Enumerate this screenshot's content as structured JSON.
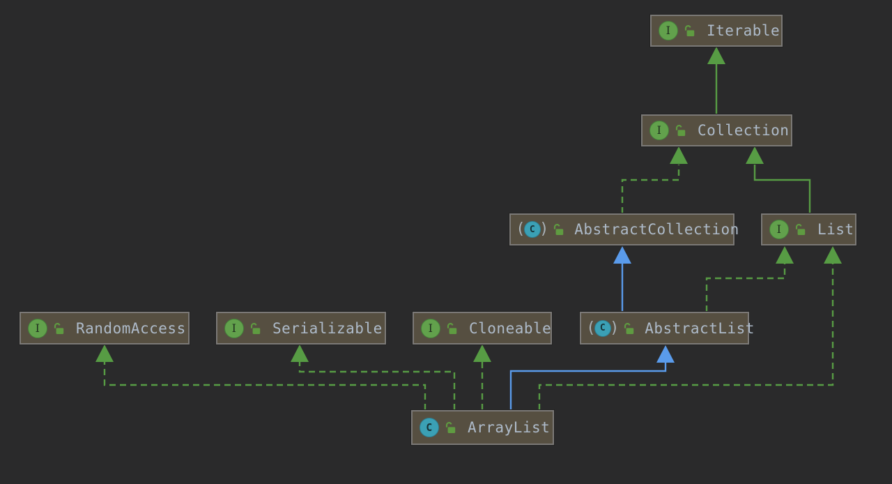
{
  "canvas": {
    "background": "#2a2a2b"
  },
  "colors": {
    "node_fill": "#564f41",
    "node_border": "#7b7977",
    "label_text": "#aebbca",
    "green_edge": "#579c44",
    "blue_edge": "#5a9beb",
    "interface_icon_green": "#62a14c",
    "class_icon_teal": "#3ba0b5",
    "lock_green": "#5f9b41"
  },
  "icons": {
    "interface_letter": "I",
    "class_letter": "C",
    "paren_open": "(",
    "paren_close": ")"
  },
  "nodes": [
    {
      "id": "iterable",
      "label": "Iterable",
      "kind": "interface",
      "visibility": "public"
    },
    {
      "id": "collection",
      "label": "Collection",
      "kind": "interface",
      "visibility": "public"
    },
    {
      "id": "abstract-collection",
      "label": "AbstractCollection",
      "kind": "abstract-class",
      "visibility": "public"
    },
    {
      "id": "list",
      "label": "List",
      "kind": "interface",
      "visibility": "public"
    },
    {
      "id": "random-access",
      "label": "RandomAccess",
      "kind": "interface",
      "visibility": "public"
    },
    {
      "id": "serializable",
      "label": "Serializable",
      "kind": "interface",
      "visibility": "public"
    },
    {
      "id": "cloneable",
      "label": "Cloneable",
      "kind": "interface",
      "visibility": "public"
    },
    {
      "id": "abstract-list",
      "label": "AbstractList",
      "kind": "abstract-class",
      "visibility": "public"
    },
    {
      "id": "array-list",
      "label": "ArrayList",
      "kind": "class",
      "visibility": "public"
    }
  ],
  "edges": [
    {
      "from": "Collection",
      "to": "Iterable",
      "relation": "extends",
      "style": "solid-green"
    },
    {
      "from": "AbstractCollection",
      "to": "Collection",
      "relation": "implements",
      "style": "dashed-green"
    },
    {
      "from": "List",
      "to": "Collection",
      "relation": "extends",
      "style": "solid-green"
    },
    {
      "from": "AbstractList",
      "to": "AbstractCollection",
      "relation": "extends",
      "style": "solid-blue"
    },
    {
      "from": "AbstractList",
      "to": "List",
      "relation": "implements",
      "style": "dashed-green"
    },
    {
      "from": "ArrayList",
      "to": "AbstractList",
      "relation": "extends",
      "style": "solid-blue"
    },
    {
      "from": "ArrayList",
      "to": "RandomAccess",
      "relation": "implements",
      "style": "dashed-green"
    },
    {
      "from": "ArrayList",
      "to": "Serializable",
      "relation": "implements",
      "style": "dashed-green"
    },
    {
      "from": "ArrayList",
      "to": "Cloneable",
      "relation": "implements",
      "style": "dashed-green"
    },
    {
      "from": "ArrayList",
      "to": "List",
      "relation": "implements",
      "style": "dashed-green"
    }
  ]
}
